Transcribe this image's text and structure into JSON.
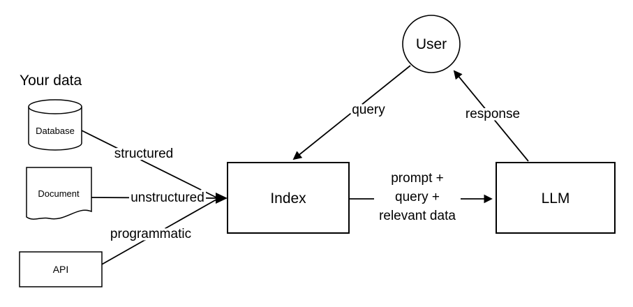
{
  "title": "Your data",
  "nodes": {
    "user": {
      "label": "User"
    },
    "database": {
      "label": "Database"
    },
    "document": {
      "label": "Document"
    },
    "api": {
      "label": "API"
    },
    "index": {
      "label": "Index"
    },
    "llm": {
      "label": "LLM"
    }
  },
  "edges": {
    "structured": {
      "label": "structured"
    },
    "unstructured": {
      "label": "unstructured"
    },
    "programmatic": {
      "label": "programmatic"
    },
    "query": {
      "label": "query"
    },
    "response": {
      "label": "response"
    },
    "index_to_llm": {
      "lines": [
        "prompt +",
        "query +",
        "relevant data"
      ]
    }
  },
  "colors": {
    "stroke": "#000000",
    "background": "#ffffff",
    "text": "#000000"
  }
}
